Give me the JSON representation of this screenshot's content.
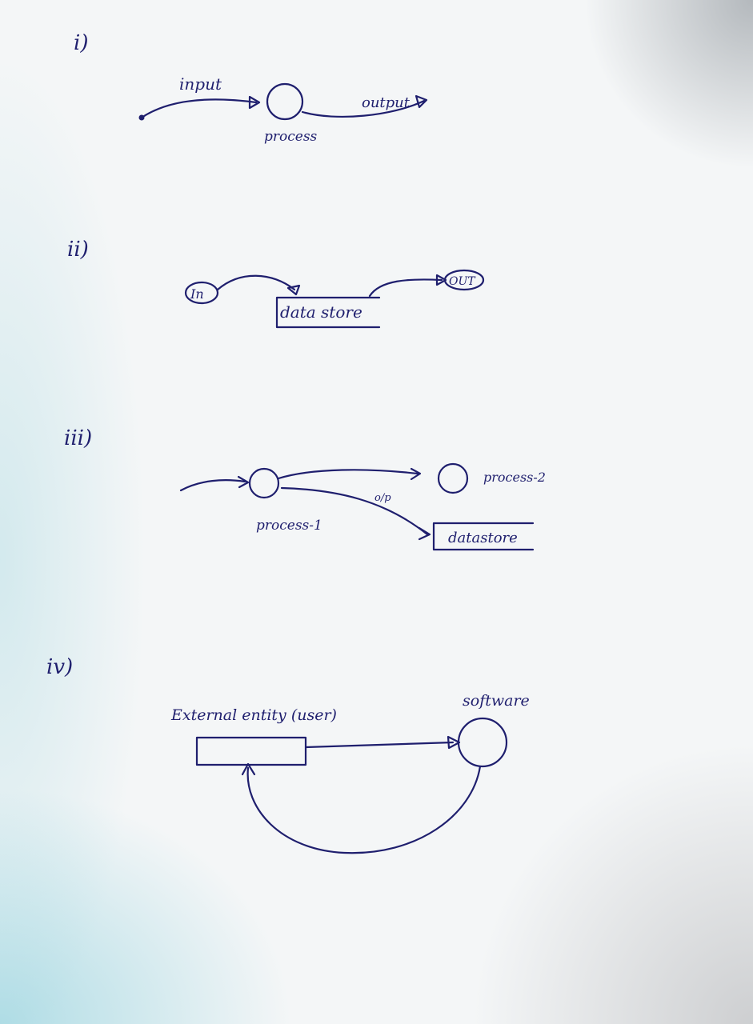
{
  "sections": [
    {
      "numeral": "i)",
      "labels": {
        "input": "input",
        "output": "output",
        "process": "process"
      }
    },
    {
      "numeral": "ii)",
      "labels": {
        "in": "In",
        "datastore": "data store",
        "out": "OUT"
      }
    },
    {
      "numeral": "iii)",
      "labels": {
        "process1": "process-1",
        "process2": "process-2",
        "op": "o/p",
        "datastore": "datastore"
      }
    },
    {
      "numeral": "iv)",
      "labels": {
        "entity": "External entity (user)",
        "software": "software"
      }
    }
  ],
  "ink_color": "#1f1f6e"
}
